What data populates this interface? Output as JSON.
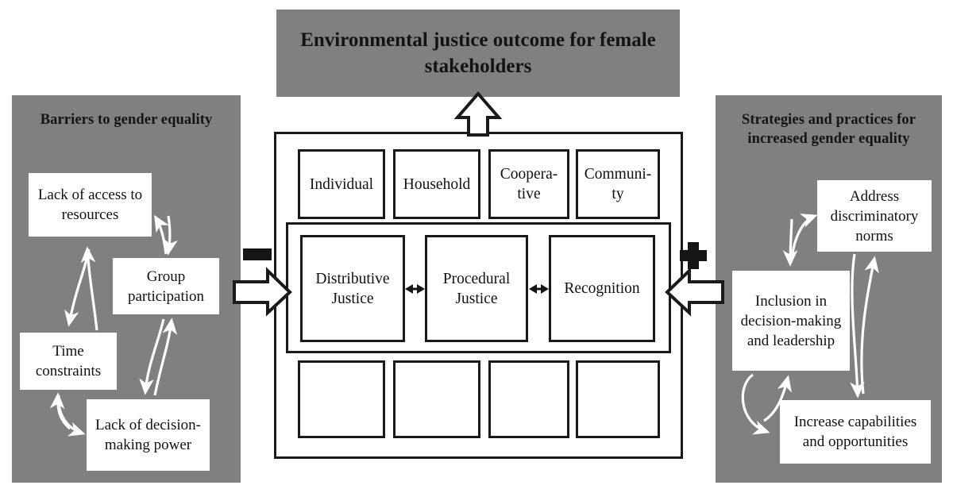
{
  "banner": {
    "title": "Environmental justice outcome for female stakeholders"
  },
  "left_panel": {
    "title": "Barriers to gender equality",
    "sign": "minus-sign",
    "nodes": [
      {
        "label": "Lack of access to resources"
      },
      {
        "label": "Group participation"
      },
      {
        "label": "Time constraints"
      },
      {
        "label": "Lack of decision- making power"
      }
    ]
  },
  "right_panel": {
    "title": "Strategies and practices for increased gender equality",
    "sign": "plus-sign",
    "nodes": [
      {
        "label": "Address discriminatory norms"
      },
      {
        "label": "Inclusion in decision-making and leadership"
      },
      {
        "label": "Increase capabilities and opportunities"
      }
    ]
  },
  "core": {
    "scale_levels": [
      "Individual",
      "Household",
      "Coopera-tive",
      "Communi-ty"
    ],
    "justice_dimensions": [
      "Distributive Justice",
      "Procedural Justice",
      "Recognition"
    ],
    "empty_slots": [
      "",
      "",
      "",
      ""
    ]
  },
  "colors": {
    "panel_gray": "#808080",
    "ink": "#1a1a1a",
    "surface": "#ffffff"
  }
}
